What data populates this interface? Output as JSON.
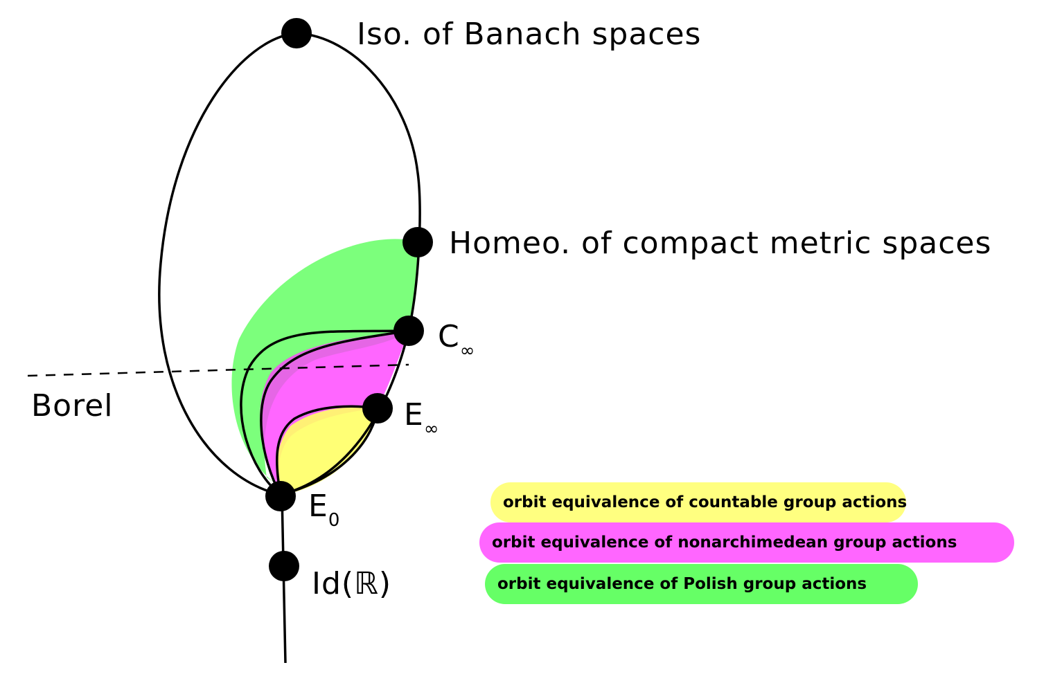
{
  "nodes": {
    "iso_banach": "Iso. of Banach spaces",
    "homeo_compact": "Homeo. of compact metric spaces",
    "c_infinity": {
      "main": "C",
      "sub": "∞"
    },
    "e_infinity": {
      "main": "E",
      "sub": "∞"
    },
    "e_zero": {
      "main": "E",
      "sub": "0"
    },
    "id_r": "Id(ℝ)"
  },
  "borel_label": "Borel",
  "legend": [
    {
      "text": "orbit equivalence of countable group actions",
      "color": "#ffff80"
    },
    {
      "text": "orbit equivalence of nonarchimedean group actions",
      "color": "#ff66ff"
    },
    {
      "text": "orbit equivalence of Polish group actions",
      "color": "#66ff66"
    }
  ],
  "colors": {
    "countable": "#ffff80",
    "nonarchimedean": "#ff40ff",
    "polish": "#44ff44",
    "ink": "#000000"
  }
}
